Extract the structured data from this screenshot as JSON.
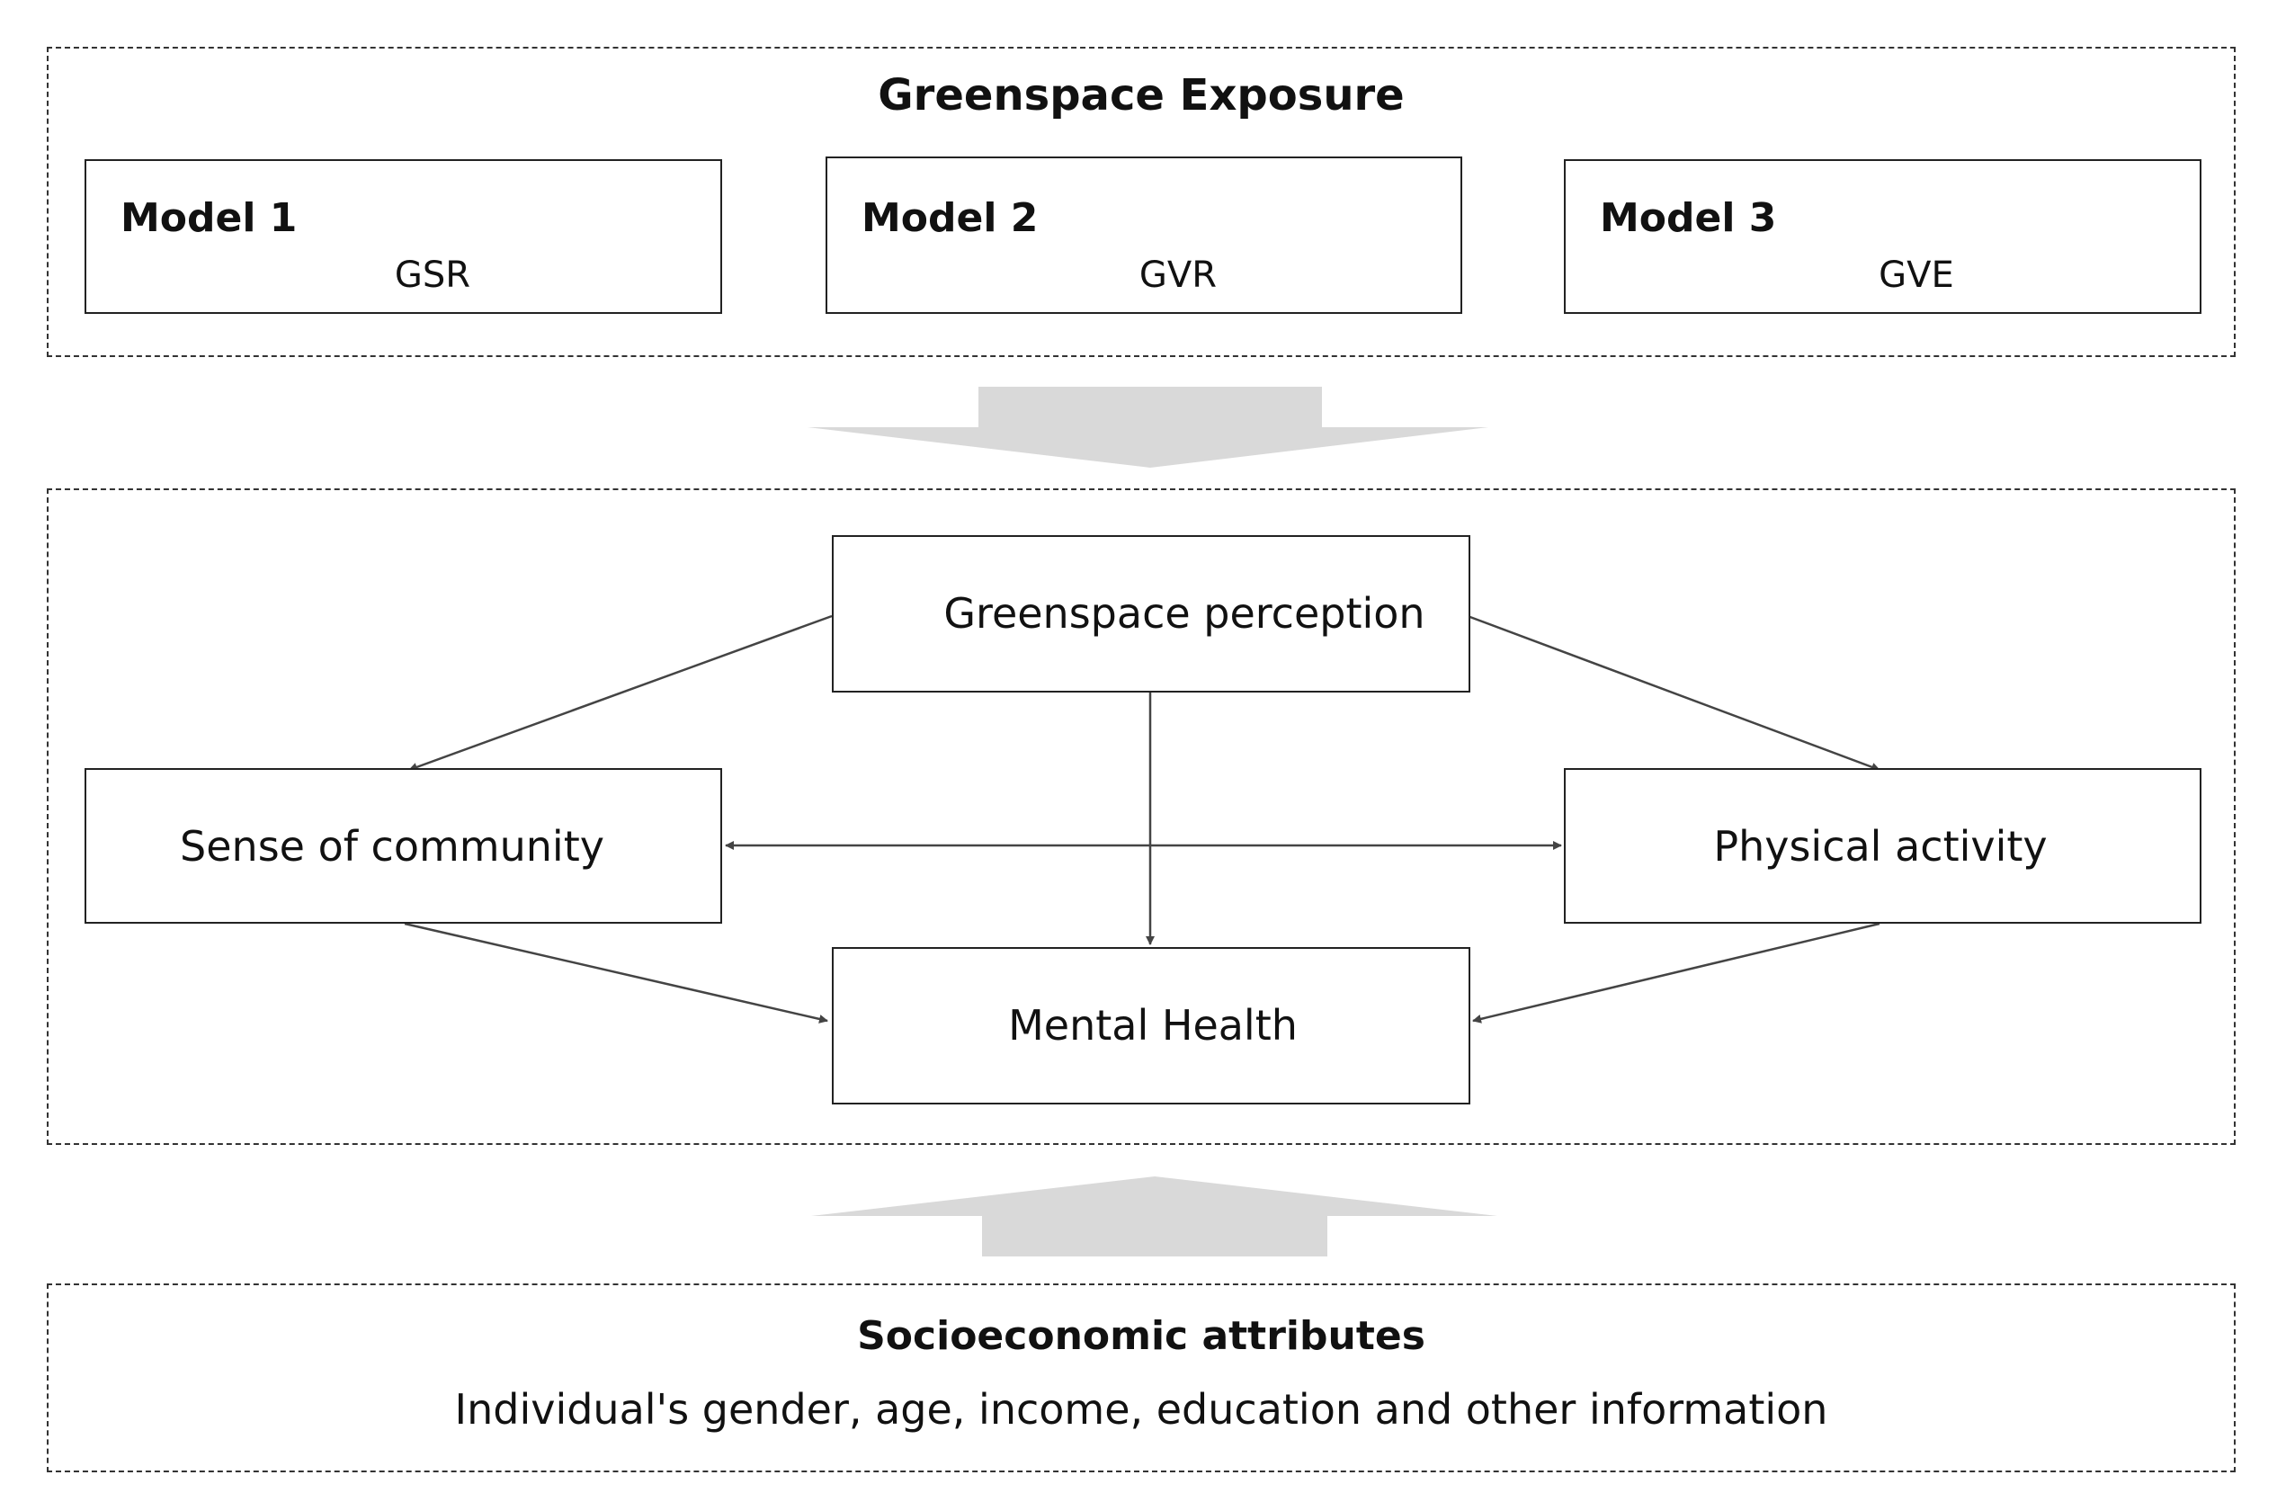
{
  "exposure": {
    "title": "Greenspace Exposure",
    "models": [
      {
        "name": "Model 1",
        "metric": "GSR"
      },
      {
        "name": "Model 2",
        "metric": "GVR"
      },
      {
        "name": "Model 3",
        "metric": "GVE"
      }
    ]
  },
  "pathway": {
    "perception": "Greenspace perception",
    "community": "Sense of community",
    "activity": "Physical activity",
    "mental": "Mental Health"
  },
  "socio": {
    "title": "Socioeconomic attributes",
    "desc": "Individual's gender, age, income, education and other information"
  },
  "colors": {
    "arrow": "#444444",
    "big_arrow": "#d9d9d9",
    "border": "#222222"
  }
}
